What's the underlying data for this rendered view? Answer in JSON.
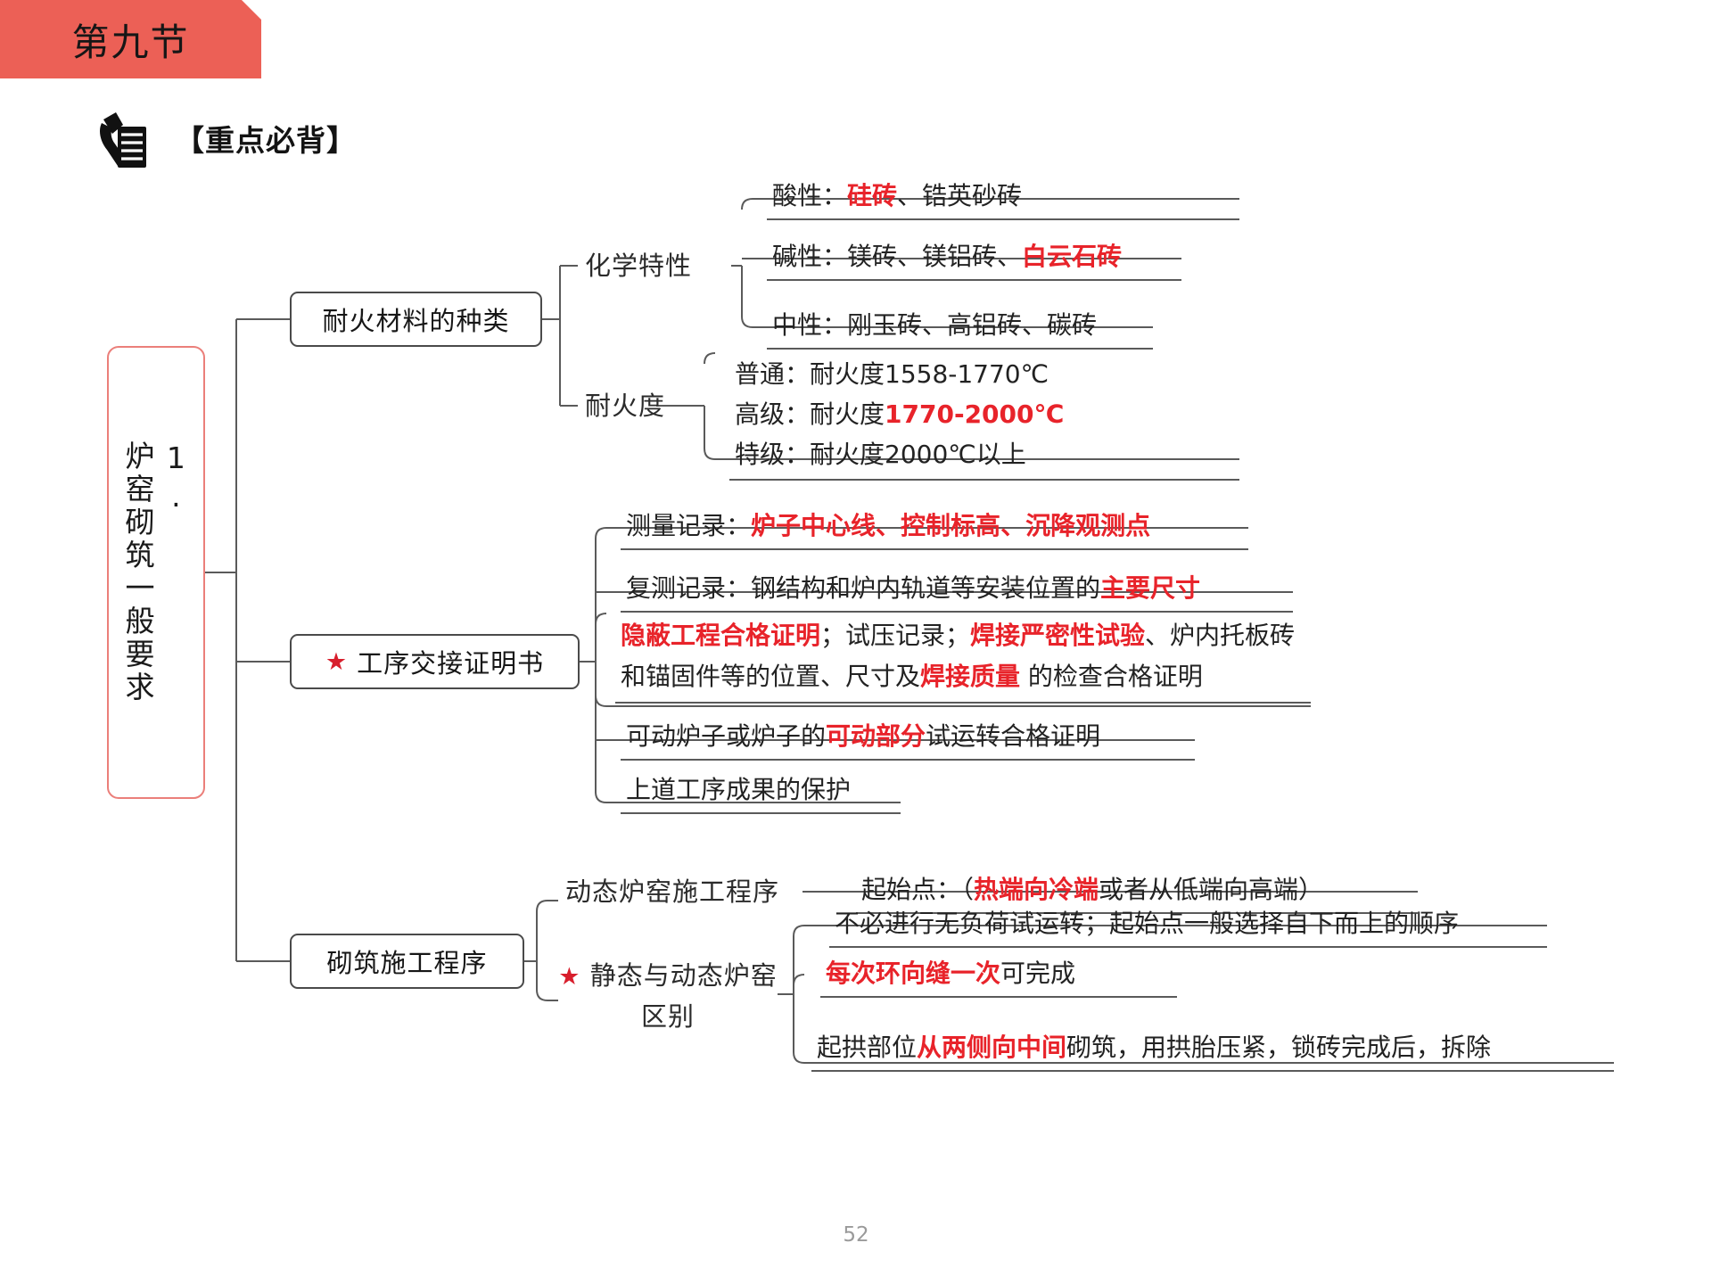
{
  "banner": {
    "label": "第九节"
  },
  "header": {
    "icon": "hand-pointing-list-icon",
    "title": "【重点必背】"
  },
  "root": {
    "label": "1.\n炉窑砌筑一般要求"
  },
  "page": {
    "number": "52"
  },
  "branches": [
    {
      "id": "refractory-types",
      "label": "耐火材料的种类",
      "groups": [
        {
          "id": "chemical-properties",
          "label": "化学特性",
          "items": [
            {
              "id": "acidic",
              "parts": [
                {
                  "t": "酸性：",
                  "c": "black"
                },
                {
                  "t": "硅砖",
                  "c": "red"
                },
                {
                  "t": "、锆英砂砖",
                  "c": "black"
                }
              ]
            },
            {
              "id": "basic",
              "parts": [
                {
                  "t": "碱性：镁砖、镁铝砖、",
                  "c": "black"
                },
                {
                  "t": "白云石砖",
                  "c": "red"
                }
              ]
            },
            {
              "id": "neutral",
              "parts": [
                {
                  "t": "中性：刚玉砖、高铝砖、碳砖",
                  "c": "black"
                }
              ]
            }
          ]
        },
        {
          "id": "refractoriness",
          "label": "耐火度",
          "items": [
            {
              "id": "ordinary",
              "parts": [
                {
                  "t": "普通：耐火度1558-1770℃",
                  "c": "black"
                }
              ]
            },
            {
              "id": "advanced",
              "parts": [
                {
                  "t": "高级：耐火度",
                  "c": "black"
                },
                {
                  "t": "1770-2000℃",
                  "c": "red"
                }
              ]
            },
            {
              "id": "special",
              "parts": [
                {
                  "t": "特级：耐火度2000℃以上",
                  "c": "black"
                }
              ]
            }
          ]
        }
      ]
    },
    {
      "id": "process-handover-certificate",
      "label": "工序交接证明书",
      "starred": true,
      "items": [
        {
          "id": "measurement-record",
          "parts": [
            {
              "t": "测量记录：",
              "c": "black"
            },
            {
              "t": "炉子中心线",
              "c": "red"
            },
            {
              "t": "、",
              "c": "red"
            },
            {
              "t": "控制标高",
              "c": "red"
            },
            {
              "t": "、",
              "c": "red"
            },
            {
              "t": "沉降观测点",
              "c": "red"
            }
          ]
        },
        {
          "id": "recheck-record",
          "parts": [
            {
              "t": "复测记录：钢结构和炉内轨道等安装位置的",
              "c": "black"
            },
            {
              "t": "主要尺寸",
              "c": "red"
            }
          ]
        },
        {
          "id": "concealed-works",
          "parts": [
            {
              "t": "隐蔽工程合格证明",
              "c": "red"
            },
            {
              "t": "；试压记录；",
              "c": "black"
            },
            {
              "t": "焊接严密性试验",
              "c": "red"
            },
            {
              "t": "、炉内托板砖和锚固件等的位置、尺寸及",
              "c": "black"
            },
            {
              "t": "焊接质量",
              "c": "red"
            },
            {
              "t": " 的检查合格证明",
              "c": "black"
            }
          ]
        },
        {
          "id": "movable-furnace-trial",
          "parts": [
            {
              "t": "可动炉子或炉子的",
              "c": "black"
            },
            {
              "t": "可动部分",
              "c": "red"
            },
            {
              "t": "试运转合格证明",
              "c": "black"
            }
          ]
        },
        {
          "id": "previous-process-protection",
          "parts": [
            {
              "t": "上道工序成果的保护",
              "c": "black"
            }
          ]
        }
      ]
    },
    {
      "id": "masonry-construction-procedure",
      "label": "砌筑施工程序",
      "groups": [
        {
          "id": "dynamic-kiln-procedure",
          "label": "动态炉窑施工程序",
          "boxed": false,
          "items": [
            {
              "id": "starting-point",
              "parts": [
                {
                  "t": "起始点：（",
                  "c": "black"
                },
                {
                  "t": "热端向冷端",
                  "c": "red"
                },
                {
                  "t": "或者从低端向高端）",
                  "c": "black"
                }
              ]
            }
          ]
        },
        {
          "id": "static-vs-dynamic-kiln",
          "label": "静态与动态炉窑区别",
          "starred": true,
          "items": [
            {
              "id": "no-noload-trial",
              "parts": [
                {
                  "t": "不必进行无负荷试运转；起始点一般选择自下而上的顺序",
                  "c": "black"
                }
              ]
            },
            {
              "id": "ring-seam-once",
              "parts": [
                {
                  "t": "每次环向缝一次",
                  "c": "red"
                },
                {
                  "t": "可完成",
                  "c": "black"
                }
              ]
            },
            {
              "id": "arch-springing",
              "parts": [
                {
                  "t": "起拱部位",
                  "c": "black"
                },
                {
                  "t": "从两侧向中间",
                  "c": "red"
                },
                {
                  "t": "砌筑，用拱胎压紧，锁砖完成后，拆除",
                  "c": "black"
                }
              ]
            }
          ]
        }
      ]
    }
  ],
  "colors": {
    "banner": "#EC6056",
    "root_border": "#EB7F7A",
    "accent_red": "#E8232A",
    "star_red": "#D81E2C",
    "line": "#4a4a4a"
  }
}
